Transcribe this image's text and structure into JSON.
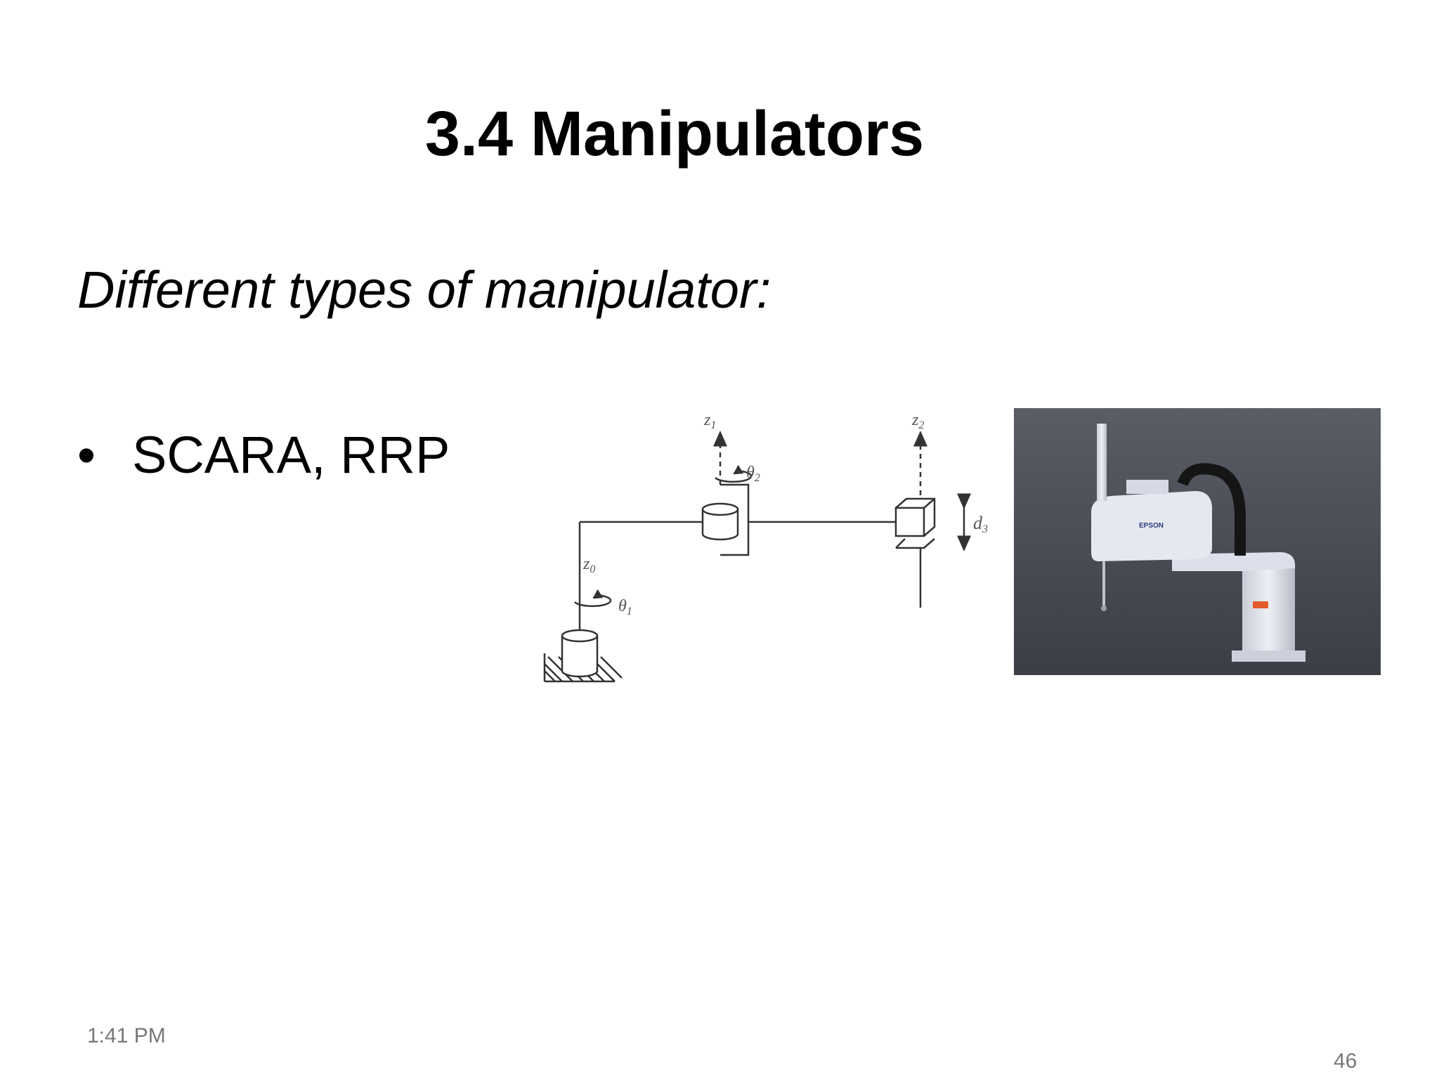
{
  "slide": {
    "title": "3.4 Manipulators",
    "subtitle": "Different types of manipulator:",
    "bullet_symbol": "•",
    "bullet_text": "SCARA, RRP"
  },
  "diagram": {
    "labels": {
      "z0": "z",
      "z0_sub": "0",
      "z1": "z",
      "z1_sub": "1",
      "z2": "z",
      "z2_sub": "2",
      "theta1": "θ",
      "theta1_sub": "1",
      "theta2": "θ",
      "theta2_sub": "2",
      "d3": "d",
      "d3_sub": "3"
    }
  },
  "photo": {
    "brand_text": "EPSON",
    "background_color": "#4a4c55",
    "robot_color": "#dfe1ea"
  },
  "footer": {
    "time": "1:41 PM",
    "page_number": "46"
  }
}
